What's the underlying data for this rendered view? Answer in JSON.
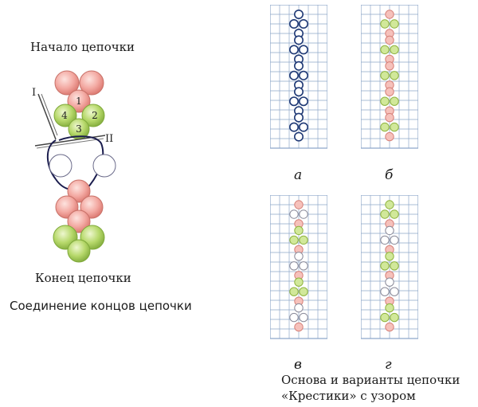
{
  "left": {
    "title_start": "Начало цепочки",
    "title_end": "Конец цепочки",
    "caption": "Соединение концов цепочки",
    "needle_labels": [
      "I",
      "II"
    ],
    "bead_numbers": [
      "1",
      "2",
      "3",
      "4"
    ]
  },
  "right": {
    "panels": [
      {
        "letter": "а",
        "pattern": [
          "o",
          "o",
          "o",
          "o",
          "o",
          "o",
          "o",
          "o",
          "o",
          "o",
          "o",
          "o",
          "o",
          "o",
          "o",
          "o",
          "o",
          "o",
          "o",
          "o"
        ],
        "style": "outline"
      },
      {
        "letter": "б",
        "pattern": [
          "p",
          "g",
          "g",
          "p",
          "p",
          "g",
          "g",
          "p",
          "p",
          "g",
          "g",
          "p",
          "p",
          "g",
          "g",
          "p",
          "p",
          "g",
          "g",
          "p"
        ],
        "style": "filled"
      },
      {
        "letter": "в",
        "pattern": [
          "p",
          "w",
          "w",
          "p",
          "g",
          "g",
          "g",
          "p",
          "w",
          "w",
          "w",
          "p",
          "g",
          "g",
          "g",
          "p",
          "w",
          "w",
          "w",
          "p"
        ],
        "style": "filled"
      },
      {
        "letter": "г",
        "pattern": [
          "g",
          "g",
          "g",
          "p",
          "w",
          "w",
          "w",
          "p",
          "g",
          "g",
          "g",
          "p",
          "w",
          "w",
          "w",
          "p",
          "g",
          "g",
          "g",
          "p"
        ],
        "style": "filled"
      }
    ],
    "caption_line1": "Основа и варианты цепочки",
    "caption_line2": "«Крестики» с узором"
  },
  "colors": {
    "pink": "#f0a09a",
    "pink_light": "#f6c1bb",
    "green": "#a8cf55",
    "green_light": "#d1e89a",
    "grid": "#8ea7c9",
    "outline_bead": "#203a76",
    "thread": "#1b1d4e"
  }
}
